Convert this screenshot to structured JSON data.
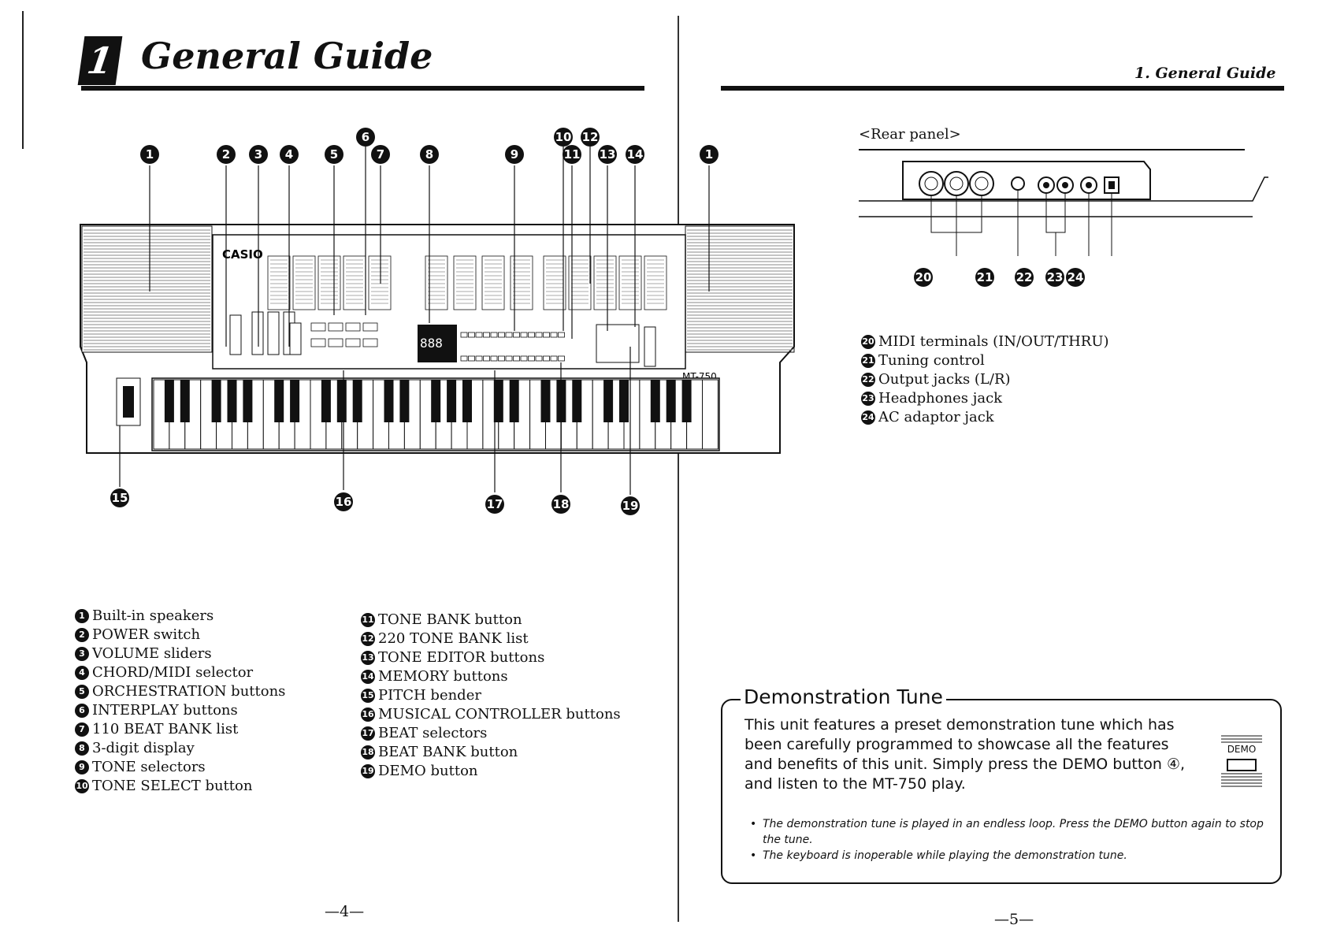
{
  "header": {
    "chapter_number": "1",
    "chapter_title": "General Guide",
    "right_header": "1. General Guide"
  },
  "keyboard": {
    "brand": "CASIO",
    "model": "MT-750",
    "display_text": "888",
    "callouts_top": [
      "1",
      "2",
      "3",
      "4",
      "5",
      "6",
      "7",
      "8",
      "9",
      "10",
      "11",
      "12",
      "13",
      "14",
      "1"
    ],
    "callouts_bottom": [
      "15",
      "16",
      "17",
      "18",
      "19"
    ]
  },
  "legend_left": [
    {
      "num": "1",
      "text": "Built-in speakers"
    },
    {
      "num": "2",
      "text": "POWER switch"
    },
    {
      "num": "3",
      "text": "VOLUME sliders"
    },
    {
      "num": "4",
      "text": "CHORD/MIDI selector"
    },
    {
      "num": "5",
      "text": "ORCHESTRATION buttons"
    },
    {
      "num": "6",
      "text": "INTERPLAY buttons"
    },
    {
      "num": "7",
      "text": "110 BEAT BANK list"
    },
    {
      "num": "8",
      "text": "3-digit display"
    },
    {
      "num": "9",
      "text": "TONE selectors"
    },
    {
      "num": "10",
      "text": "TONE SELECT button"
    }
  ],
  "legend_middle": [
    {
      "num": "11",
      "text": "TONE BANK button"
    },
    {
      "num": "12",
      "text": "220 TONE BANK list"
    },
    {
      "num": "13",
      "text": "TONE EDITOR buttons"
    },
    {
      "num": "14",
      "text": "MEMORY buttons"
    },
    {
      "num": "15",
      "text": "PITCH bender"
    },
    {
      "num": "16",
      "text": "MUSICAL CONTROLLER buttons"
    },
    {
      "num": "17",
      "text": "BEAT selectors"
    },
    {
      "num": "18",
      "text": "BEAT BANK button"
    },
    {
      "num": "19",
      "text": "DEMO button"
    }
  ],
  "rear_panel": {
    "label": "<Rear panel>",
    "callouts": [
      "20",
      "21",
      "22",
      "23",
      "24"
    ],
    "legend": [
      {
        "num": "20",
        "text": "MIDI terminals (IN/OUT/THRU)"
      },
      {
        "num": "21",
        "text": "Tuning control"
      },
      {
        "num": "22",
        "text": "Output jacks (L/R)"
      },
      {
        "num": "23",
        "text": "Headphones jack"
      },
      {
        "num": "24",
        "text": "AC adaptor jack"
      }
    ]
  },
  "demo": {
    "heading": "Demonstration Tune",
    "body": "This unit features a preset demonstration tune which has been carefully programmed to showcase all the features and benefits of this unit. Simply press the DEMO button ④, and listen to the MT-750 play.",
    "button_label": "DEMO",
    "notes": [
      "The demonstration tune is played in an endless loop. Press the DEMO button again to stop the tune.",
      "The keyboard is inoperable while playing the demonstration tune."
    ]
  },
  "page_numbers": {
    "left": "—4—",
    "right": "—5—"
  }
}
